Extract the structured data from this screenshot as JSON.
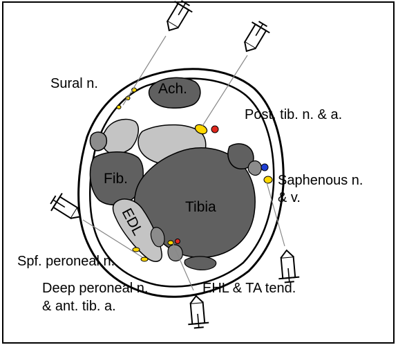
{
  "labels": {
    "sural": "Sural n.",
    "ach": "Ach.",
    "post_tib_1": "Post. tib. n. & a.",
    "fib": "Fib.",
    "tibia": "Tibia",
    "edl": "EDL",
    "saphenous_1": "Saphenous n.",
    "saphenous_2": "& v.",
    "spf_peroneal": "Spf. peroneal n.",
    "deep_peroneal_1": "Deep peroneal n.",
    "deep_peroneal_2": "& ant. tib. a.",
    "ehl_ta": "EHL & TA tend."
  },
  "colors": {
    "skin": "#ffffff",
    "dark_tissue": "#606060",
    "mid_tissue": "#8c8c8c",
    "light_tissue": "#c4c4c4",
    "nerve": "#ffd700",
    "artery": "#e0281e",
    "vein": "#1f3fd4"
  },
  "icons": [
    "syringe-needle-icon"
  ]
}
